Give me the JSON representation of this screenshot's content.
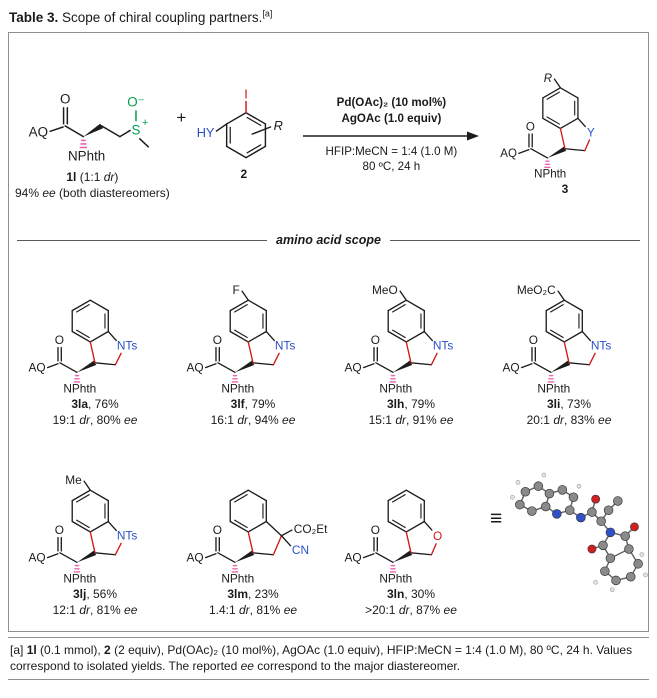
{
  "title": {
    "segments": [
      {
        "text": "Table 3.",
        "style": "b"
      },
      {
        "text": " Scope of chiral coupling partners.",
        "style": ""
      },
      {
        "text": "[a]",
        "style": "sup"
      }
    ]
  },
  "scheme": {
    "plus": "+",
    "substrate1": {
      "atoms": {
        "aq": "AQ",
        "carbonyl_o": "O",
        "nphth": "NPhth",
        "s": "S",
        "sulfoxide_o": "O⁻",
        "charge": "+"
      },
      "label_segments": [
        {
          "text": "1l",
          "style": "b"
        },
        {
          "text": " (1:1 ",
          "style": ""
        },
        {
          "text": "dr",
          "style": "i"
        },
        {
          "text": ")",
          "style": ""
        }
      ],
      "sublabel_segments": [
        {
          "text": "94% ",
          "style": ""
        },
        {
          "text": "ee",
          "style": "i"
        },
        {
          "text": " (both diastereomers)",
          "style": ""
        }
      ]
    },
    "substrate2": {
      "atoms": {
        "iodo": "I",
        "hy": "HY",
        "r": "R"
      },
      "label_segments": [
        {
          "text": "2",
          "style": "b"
        }
      ]
    },
    "conditions": {
      "above": [
        "Pd(OAc)₂ (10 mol%)",
        "AgOAc (1.0 equiv)"
      ],
      "below": [
        "HFIP:MeCN = 1:4 (1.0 M)",
        "80 ºC, 24 h"
      ]
    },
    "product": {
      "atoms": {
        "r": "R",
        "aq": "AQ",
        "carbonyl_o": "O",
        "y": "Y",
        "nphth": "NPhth"
      },
      "label_segments": [
        {
          "text": "3",
          "style": "b"
        }
      ]
    }
  },
  "section_header": "amino acid scope",
  "common_atoms": {
    "aq": "AQ",
    "carbonyl_o": "O",
    "nphth": "NPhth"
  },
  "labels": {
    "dr": "dr",
    "ee": "ee"
  },
  "equivalence": "≡",
  "products": [
    {
      "id": "3la",
      "yield": "76%",
      "dr": "19:1",
      "ee": "80%",
      "type": "indoline",
      "substituent": "",
      "heteroatom": "NTs"
    },
    {
      "id": "3lf",
      "yield": "79%",
      "dr": "16:1",
      "ee": "94%",
      "type": "indoline",
      "substituent": "F",
      "heteroatom": "NTs"
    },
    {
      "id": "3lh",
      "yield": "79%",
      "dr": "15:1",
      "ee": "91%",
      "type": "indoline",
      "substituent": "MeO",
      "heteroatom": "NTs"
    },
    {
      "id": "3li",
      "yield": "73%",
      "dr": "20:1",
      "ee": "83%",
      "type": "indoline",
      "substituent": "MeO₂C",
      "heteroatom": "NTs"
    },
    {
      "id": "3lj",
      "yield": "56%",
      "dr": "12:1",
      "ee": "81%",
      "type": "indoline",
      "substituent": "Me",
      "heteroatom": "NTs"
    },
    {
      "id": "3lm",
      "yield": "23%",
      "dr": "1.4:1",
      "ee": "81%",
      "type": "indane",
      "substituent": "",
      "substituents": [
        "CO₂Et",
        "CN"
      ]
    },
    {
      "id": "3ln",
      "yield": "30%",
      "dr": ">20:1",
      "ee": "87%",
      "type": "dihydrobenzofuran",
      "substituent": "",
      "heteroatom": "O"
    }
  ],
  "footnote": {
    "segments": [
      {
        "text": "[a] ",
        "style": ""
      },
      {
        "text": "1l",
        "style": "b"
      },
      {
        "text": " (0.1 mmol), ",
        "style": ""
      },
      {
        "text": "2",
        "style": "b"
      },
      {
        "text": " (2 equiv), Pd(OAc)₂ (10 mol%), AgOAc (1.0 equiv), HFIP:MeCN = 1:4 (1.0 M), 80 ºC, 24 h. Values correspond to isolated yields. The reported ",
        "style": ""
      },
      {
        "text": "ee",
        "style": "i"
      },
      {
        "text": " correspond to the major diastereomer.",
        "style": ""
      }
    ]
  },
  "colors": {
    "new_bond_red": "#cf1717",
    "heteroatom_blue": "#2a50c8",
    "sulfoxide_green": "#00a050",
    "stereo_pink": "#e667b0",
    "iodine_red": "#cf1717"
  }
}
